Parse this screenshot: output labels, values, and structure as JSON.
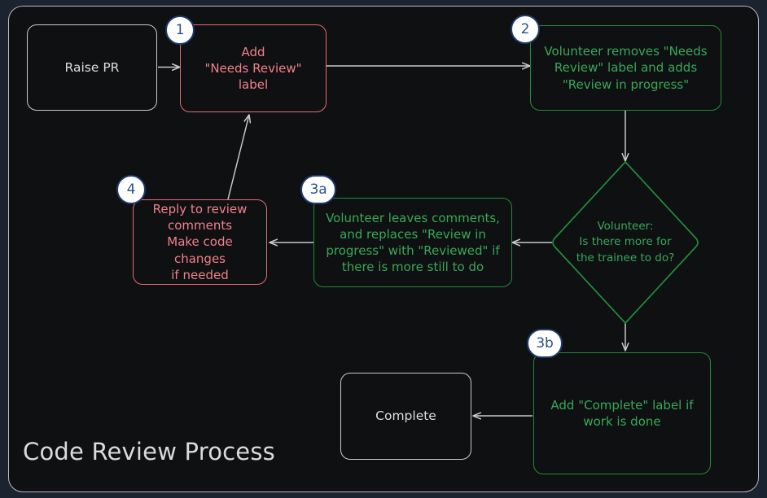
{
  "diagram": {
    "title": "Code Review Process",
    "type": "flowchart",
    "theme": {
      "page_background": "#1b2230",
      "panel_background": "#0f1011",
      "panel_border": "#b9babc",
      "arrow_color": "#c8c9cb",
      "title_color": "#d9dadc",
      "badge_fill": "#ffffff",
      "badge_border": "#1f3a6e",
      "badge_text": "#2b4f8e",
      "red_border": "#e36a77",
      "red_text": "#f0808c",
      "green_border": "#1f8d3a",
      "green_text": "#36a95a",
      "neutral_border": "#c9cacc",
      "neutral_text": "#dcdee0"
    },
    "nodes": [
      {
        "id": "raise-pr",
        "label": "Raise PR",
        "shape": "rounded-rect",
        "style": "neutral",
        "badge": null
      },
      {
        "id": "step-1",
        "label": "Add\n\"Needs Review\"\nlabel",
        "shape": "rounded-rect",
        "style": "red",
        "badge": "1"
      },
      {
        "id": "step-2",
        "label": "Volunteer removes \"Needs\nReview\" label and adds\n\"Review in progress\"",
        "shape": "rounded-rect",
        "style": "green",
        "badge": "2"
      },
      {
        "id": "decision",
        "label": "Volunteer:\nIs there more for\nthe trainee to do?",
        "shape": "diamond",
        "style": "green",
        "badge": null
      },
      {
        "id": "step-3a",
        "label": "Volunteer leaves comments,\nand replaces \"Review in\nprogress\" with \"Reviewed\" if\nthere is more still to do",
        "shape": "rounded-rect",
        "style": "green",
        "badge": "3a"
      },
      {
        "id": "step-4",
        "label": "Reply to review\ncomments\nMake code changes\nif needed",
        "shape": "rounded-rect",
        "style": "red",
        "badge": "4"
      },
      {
        "id": "step-3b",
        "label": "Add \"Complete\" label if\nwork is done",
        "shape": "rounded-rect",
        "style": "green",
        "badge": "3b"
      },
      {
        "id": "complete",
        "label": "Complete",
        "shape": "rounded-rect",
        "style": "neutral",
        "badge": null
      }
    ],
    "edges": [
      {
        "from": "raise-pr",
        "to": "step-1",
        "label": ""
      },
      {
        "from": "step-1",
        "to": "step-2",
        "label": ""
      },
      {
        "from": "step-2",
        "to": "decision",
        "label": ""
      },
      {
        "from": "decision",
        "to": "step-3a",
        "label": ""
      },
      {
        "from": "decision",
        "to": "step-3b",
        "label": ""
      },
      {
        "from": "step-3a",
        "to": "step-4",
        "label": ""
      },
      {
        "from": "step-4",
        "to": "step-1",
        "label": ""
      },
      {
        "from": "step-3b",
        "to": "complete",
        "label": ""
      }
    ]
  }
}
